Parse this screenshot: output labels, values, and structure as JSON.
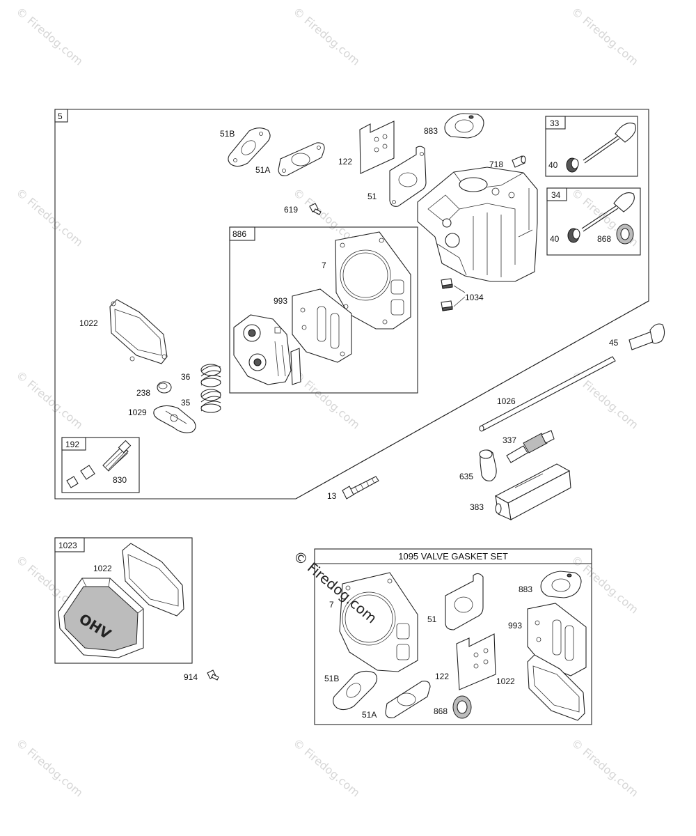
{
  "watermark": {
    "text": "© Firedog.com"
  },
  "center_watermark": {
    "text": "© Firedog.com"
  },
  "main_box": {
    "number": "5"
  },
  "box_886": {
    "number": "886"
  },
  "box_192": {
    "number": "192"
  },
  "box_33": {
    "number": "33"
  },
  "box_34": {
    "number": "34"
  },
  "box_1023": {
    "number": "1023"
  },
  "gasket_set": {
    "title": "1095 VALVE GASKET SET"
  },
  "callouts": {
    "p51B": "51B",
    "p51A": "51A",
    "p122": "122",
    "p883": "883",
    "p718": "718",
    "p51": "51",
    "p619": "619",
    "p7": "7",
    "p993": "993",
    "p1034": "1034",
    "p1022": "1022",
    "p36": "36",
    "p238": "238",
    "p35": "35",
    "p1029": "1029",
    "p830": "830",
    "p45": "45",
    "p1026": "1026",
    "p337": "337",
    "p635": "635",
    "p383": "383",
    "p13": "13",
    "p40a": "40",
    "p40b": "40",
    "p868": "868",
    "p1022b": "1022",
    "p914": "914",
    "g883": "883",
    "g7": "7",
    "g51": "51",
    "g993": "993",
    "g122": "122",
    "g1022": "1022",
    "g51B": "51B",
    "g51A": "51A",
    "g868": "868"
  },
  "cover_text": "OHV"
}
